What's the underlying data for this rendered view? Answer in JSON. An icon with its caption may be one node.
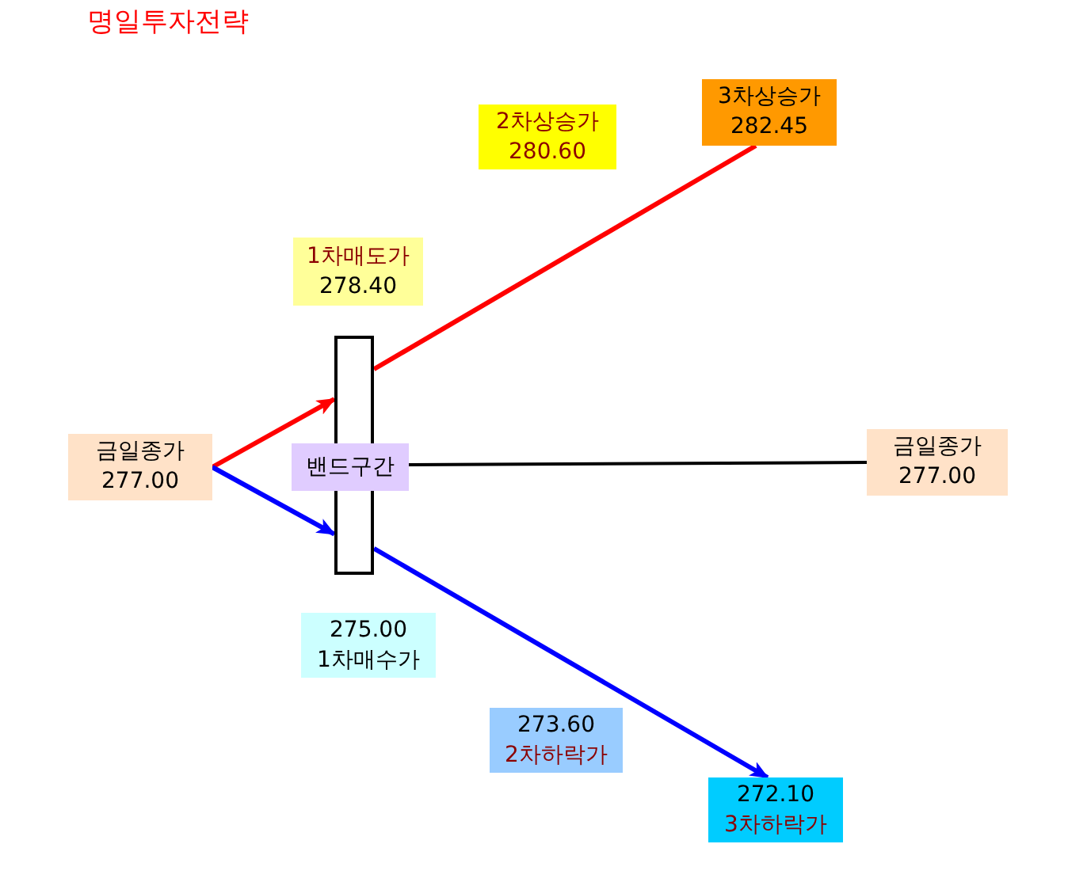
{
  "diagram": {
    "title": "명일투자전략",
    "nodes": [
      {
        "text": [
          "2차상승가",
          "280.60"
        ]
      },
      {
        "text": [
          "3차상승가",
          "282.45"
        ]
      },
      {
        "text": [
          "1차매도가",
          "278.40"
        ]
      },
      {
        "text": [],
        "shape": "bar"
      },
      {
        "text": [
          "금일종가",
          "277.00"
        ]
      },
      {
        "text": [
          "밴드구간"
        ]
      },
      {
        "text": [
          "금일종가",
          "277.00"
        ]
      },
      {
        "text": [
          "275.00",
          "1차매수가"
        ]
      },
      {
        "text": [
          "273.60",
          "2차하락가"
        ]
      },
      {
        "text": [
          "272.10",
          "3차하락가"
        ]
      }
    ],
    "edges": [
      {
        "from": 4,
        "to": 3,
        "arrow": "to",
        "color": "#ff0000"
      },
      {
        "from": 4,
        "to": 3,
        "arrow": "to",
        "color": "#0000ff"
      },
      {
        "from": 3,
        "to": 1,
        "arrow": "none",
        "color": "#ff0000"
      },
      {
        "from": 3,
        "to": 9,
        "arrow": "to",
        "color": "#0000ff"
      },
      {
        "from": 5,
        "to": 6,
        "arrow": "none",
        "color": "#000000"
      }
    ]
  }
}
